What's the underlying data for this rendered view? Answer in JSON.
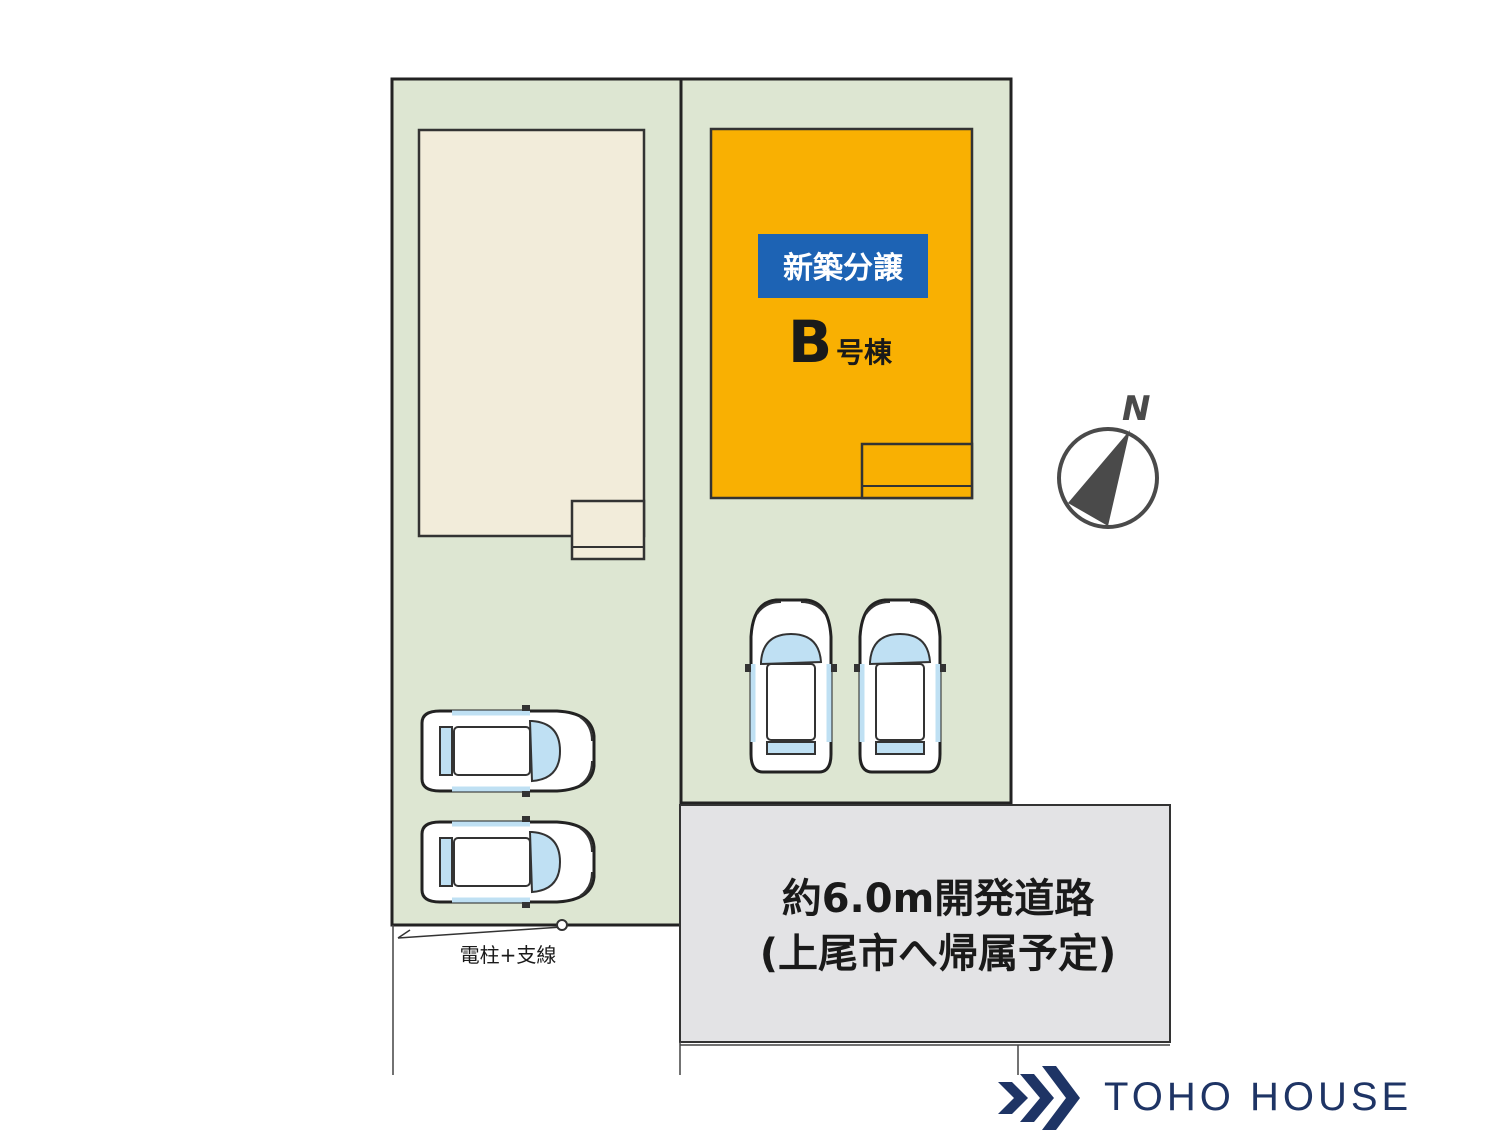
{
  "lot_b": {
    "badge": "新築分譲",
    "building_letter": "B",
    "building_suffix": "号棟"
  },
  "road": {
    "line1": "約6.0m開発道路",
    "line2": "(上尾市へ帰属予定)"
  },
  "pole_label": "電柱+支線",
  "compass": {
    "label": "N"
  },
  "brand": {
    "name": "TOHO HOUSE"
  },
  "colors": {
    "lot_fill": "#dde6d2",
    "neighbor_house": "#f2ecda",
    "building_b": "#f9b002",
    "badge": "#1d63b4",
    "road": "#e3e3e5",
    "brand_navy": "#1e3465"
  }
}
